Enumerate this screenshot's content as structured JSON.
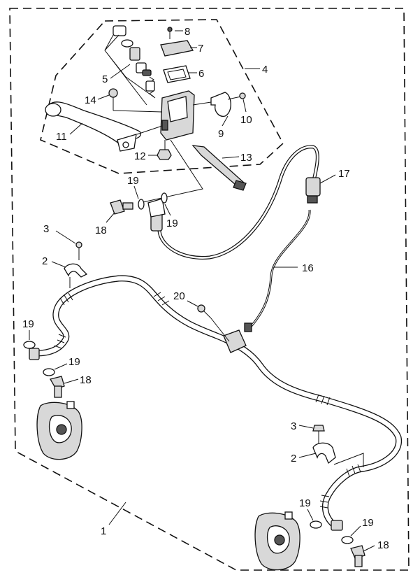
{
  "callouts": {
    "c1": "1",
    "c2a": "2",
    "c2b": "2",
    "c3a": "3",
    "c3b": "3",
    "c4": "4",
    "c5": "5",
    "c6": "6",
    "c7": "7",
    "c8": "8",
    "c9": "9",
    "c10": "10",
    "c11": "11",
    "c12": "12",
    "c13": "13",
    "c14": "14",
    "c16": "16",
    "c17": "17",
    "c18a": "18",
    "c18b": "18",
    "c18c": "18",
    "c19a": "19",
    "c19b": "19",
    "c19c": "19",
    "c19d": "19",
    "c19e": "19",
    "c19f": "19",
    "c20": "20"
  }
}
